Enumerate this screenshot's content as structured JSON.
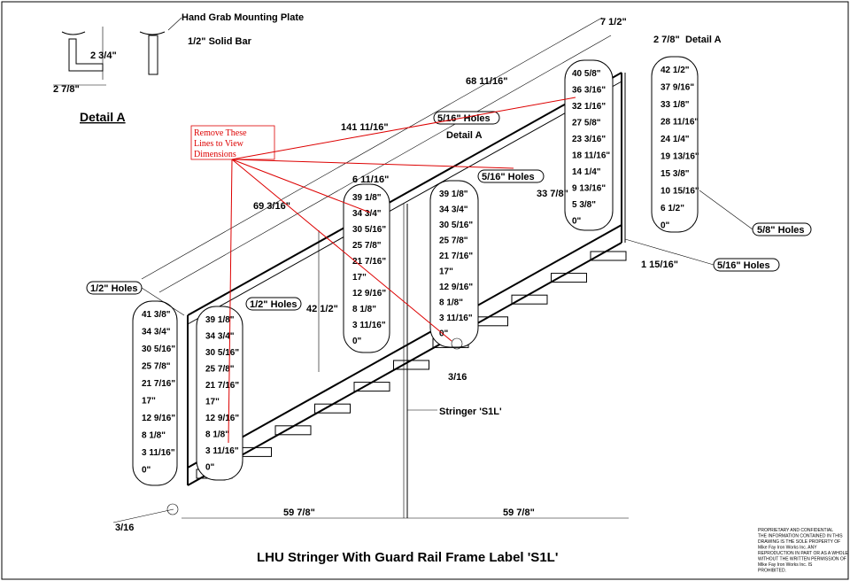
{
  "title": "LHU Stringer With Guard Rail Frame Label 'S1L'",
  "detail_a": {
    "heading": "Detail A",
    "hand_grab_label": "Hand Grab Mounting Plate",
    "solid_bar_label": "1/2\" Solid Bar",
    "height_dim": "2 3/4\"",
    "width_dim": "2 7/8\""
  },
  "callouts": {
    "half_inch_holes": "1/2\" Holes",
    "half_inch_holes_2": "1/2\" Holes",
    "five_sixteenth_holes_a": "5/16\" Holes",
    "five_sixteenth_holes_b": "5/16\" Holes",
    "five_sixteenth_holes_c": "5/16\" Holes",
    "five_eighth_holes": "5/8\" Holes",
    "detail_a_ref_1": "Detail A",
    "detail_a_ref_2": "Detail A",
    "stringer": "Stringer 'S1L'",
    "weld_1": "3/16",
    "weld_2": "3/16"
  },
  "red_note": [
    "Remove These",
    "Lines to View",
    "Dimensions"
  ],
  "dimensions": {
    "d1": "141 11/16\"",
    "d2": "68 11/16\"",
    "d3": "69 3/16\"",
    "d4": "7 1/2\"",
    "d5": "2 7/8\"",
    "d6": "6 11/16\"",
    "d7": "42 1/2\"",
    "d8": "33 7/8\"",
    "d9": "1 15/16\"",
    "d10": "59 7/8\"",
    "d11": "59 7/8\""
  },
  "hole_columns": {
    "far_left": [
      "41 3/8\"",
      "34 3/4\"",
      "30 5/16\"",
      "25 7/8\"",
      "21 7/16\"",
      "17\"",
      "12 9/16\"",
      "8 1/8\"",
      "3 11/16\"",
      "0\""
    ],
    "left_post": [
      "39 1/8\"",
      "34 3/4\"",
      "30 5/16\"",
      "25 7/8\"",
      "21 7/16\"",
      "17\"",
      "12 9/16\"",
      "8 1/8\"",
      "3 11/16\"",
      "0\""
    ],
    "mid_left": [
      "39 1/8\"",
      "34 3/4\"",
      "30 5/16\"",
      "25 7/8\"",
      "21 7/16\"",
      "17\"",
      "12 9/16\"",
      "8 1/8\"",
      "3 11/16\"",
      "0\""
    ],
    "mid_right": [
      "39 1/8\"",
      "34 3/4\"",
      "30 5/16\"",
      "25 7/8\"",
      "21 7/16\"",
      "17\"",
      "12 9/16\"",
      "8 1/8\"",
      "3 11/16\"",
      "0\""
    ],
    "right_post": [
      "40 5/8\"",
      "36 3/16\"",
      "32 1/16\"",
      "27 5/8\"",
      "23 3/16\"",
      "18 11/16\"",
      "14 1/4\"",
      "9 13/16\"",
      "5 3/8\"",
      "0\""
    ],
    "far_right": [
      "42 1/2\"",
      "37 9/16\"",
      "33 1/8\"",
      "28 11/16\"",
      "24 1/4\"",
      "19 13/16\"",
      "15 3/8\"",
      "10 15/16\"",
      "6 1/2\"",
      "0\""
    ]
  },
  "title_block": [
    "PROPRIETARY AND CONFIDENTIAL",
    "THE INFORMATION CONTAINED IN THIS",
    "DRAWING IS THE SOLE PROPERTY OF",
    "Mike Fay Iron Works Inc. ANY",
    "REPRODUCTION IN PART OR AS A WHOLE",
    "WITHOUT THE WRITTEN PERMISSION OF",
    "Mike Fay Iron Works Inc. IS",
    "PROHIBITED."
  ]
}
